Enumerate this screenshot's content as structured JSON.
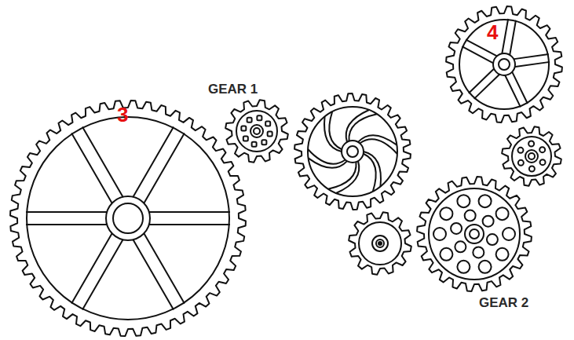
{
  "diagram": {
    "labels": [
      "4",
      "GEAR 1",
      "3",
      "GEAR 2"
    ]
  }
}
